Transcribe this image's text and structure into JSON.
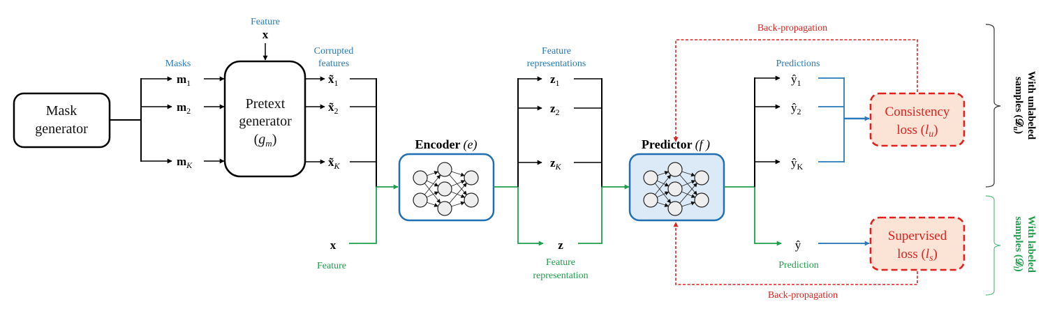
{
  "colors": {
    "black": "#000000",
    "blue": "#2a7ab9",
    "green": "#1e9e4a",
    "red": "#e0201c",
    "loss_fill": "#fbe3d6",
    "predictor_fill": "#dce9f6"
  },
  "mask_generator": {
    "line1": "Mask",
    "line2": "generator"
  },
  "masks": {
    "label": "Masks",
    "items": [
      {
        "base": "m",
        "sub": "1"
      },
      {
        "base": "m",
        "sub": "2"
      },
      {
        "base": "m",
        "sub": "K"
      }
    ]
  },
  "top_feature": {
    "label": "Feature",
    "var": "x"
  },
  "pretext_generator": {
    "line1": "Pretext",
    "line2": "generator",
    "line3_open": "(",
    "line3_sym": "g",
    "line3_sub": "m",
    "line3_close": ")"
  },
  "corrupted": {
    "label_line1": "Corrupted",
    "label_line2": "features",
    "items": [
      {
        "base": "x̃",
        "sub": "1"
      },
      {
        "base": "x̃",
        "sub": "2"
      },
      {
        "base": "x̃",
        "sub": "K"
      }
    ]
  },
  "labeled_feature": {
    "var": "x",
    "label": "Feature"
  },
  "encoder": {
    "title": "Encoder",
    "symbol": "(e)",
    "icon": "neural-network-icon"
  },
  "representations": {
    "label_line1": "Feature",
    "label_line2": "representations",
    "items": [
      {
        "base": "z",
        "sub": "1"
      },
      {
        "base": "z",
        "sub": "2"
      },
      {
        "base": "z",
        "sub": "K"
      }
    ]
  },
  "labeled_representation": {
    "var": "z",
    "label_line1": "Feature",
    "label_line2": "representation"
  },
  "predictor": {
    "title": "Predictor",
    "symbol": "(f )",
    "icon": "neural-network-icon"
  },
  "predictions": {
    "label": "Predictions",
    "items": [
      {
        "base": "ŷ",
        "sub": "1"
      },
      {
        "base": "ŷ",
        "sub": "2"
      },
      {
        "base": "ŷ",
        "sub": "K"
      }
    ]
  },
  "labeled_prediction": {
    "var": "ŷ",
    "label": "Prediction"
  },
  "consistency_loss": {
    "line1": "Consistency",
    "line2": "loss (",
    "sym": "l",
    "sub": "u",
    "close": ")"
  },
  "supervised_loss": {
    "line1": "Supervised",
    "line2": "loss (",
    "sym": "l",
    "sub": "s",
    "close": ")"
  },
  "backprop_top": {
    "label": "Back-propagation"
  },
  "backprop_bottom": {
    "label": "Back-propagation"
  },
  "unlabeled_group": {
    "line1": "With unlabeled",
    "line2": "samples (𝒟",
    "sub": "u",
    "close": ")"
  },
  "labeled_group": {
    "line1": "With labeled",
    "line2": "samples (𝒟",
    "sub": "l",
    "close": ")"
  }
}
